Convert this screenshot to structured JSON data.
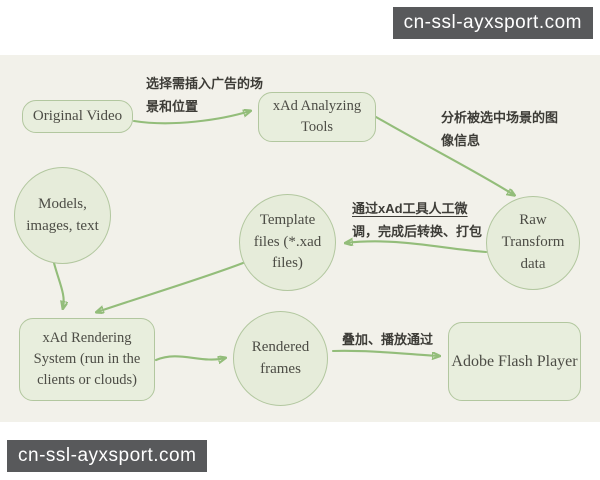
{
  "watermarks": {
    "top": "cn-ssl-ayxsport.com",
    "bottom": "cn-ssl-ayxsport.com"
  },
  "diagram": {
    "nodes": [
      {
        "id": "original-video",
        "shape": "rounded-rect",
        "lines": [
          "Original Video"
        ]
      },
      {
        "id": "xad-analyzing-tools",
        "shape": "rounded-rect",
        "lines": [
          "xAd Analyzing",
          "Tools"
        ]
      },
      {
        "id": "raw-transform-data",
        "shape": "circle",
        "lines": [
          "Raw",
          "Transform",
          "data"
        ]
      },
      {
        "id": "models-images-text",
        "shape": "circle",
        "lines": [
          "Models,",
          "images, text"
        ]
      },
      {
        "id": "template-files",
        "shape": "circle",
        "lines": [
          "Template",
          "files (*.xad",
          "files)"
        ]
      },
      {
        "id": "xad-rendering-system",
        "shape": "rounded-rect",
        "lines": [
          "xAd Rendering",
          "System (run in the",
          "clients or clouds)"
        ]
      },
      {
        "id": "rendered-frames",
        "shape": "circle",
        "lines": [
          "Rendered",
          "frames"
        ]
      },
      {
        "id": "adobe-flash-player",
        "shape": "rounded-rect",
        "lines": [
          "Adobe Flash Player"
        ]
      }
    ],
    "annotations": [
      {
        "id": "select-scene",
        "lines": [
          "选择需插入广告的场",
          "景和位置"
        ]
      },
      {
        "id": "analyze-image-info",
        "lines": [
          "分析被选中场景的图",
          "像信息"
        ]
      },
      {
        "id": "manual-finetune",
        "lines": [
          "通过xAd工具人工微",
          "调，完成后转换、打包"
        ]
      },
      {
        "id": "overlay-playback",
        "lines": [
          "叠加、播放通过"
        ]
      }
    ],
    "edges": [
      {
        "from": "original-video",
        "to": "xad-analyzing-tools",
        "annotation": "select-scene"
      },
      {
        "from": "xad-analyzing-tools",
        "to": "raw-transform-data",
        "annotation": "analyze-image-info"
      },
      {
        "from": "raw-transform-data",
        "to": "template-files",
        "annotation": "manual-finetune"
      },
      {
        "from": "template-files",
        "to": "xad-rendering-system",
        "annotation": ""
      },
      {
        "from": "models-images-text",
        "to": "xad-rendering-system",
        "annotation": ""
      },
      {
        "from": "xad-rendering-system",
        "to": "rendered-frames",
        "annotation": ""
      },
      {
        "from": "rendered-frames",
        "to": "adobe-flash-player",
        "annotation": "overlay-playback"
      }
    ],
    "colors": {
      "canvas_bg": "#f2f1ea",
      "node_fill": "#e8eedd",
      "node_border": "#b2c79f",
      "node_text": "#4c4c45",
      "arrow": "#93bd7a",
      "annotation_text": "#3d3c37",
      "badge_bg": "#58595b",
      "badge_text": "#ffffff"
    }
  }
}
